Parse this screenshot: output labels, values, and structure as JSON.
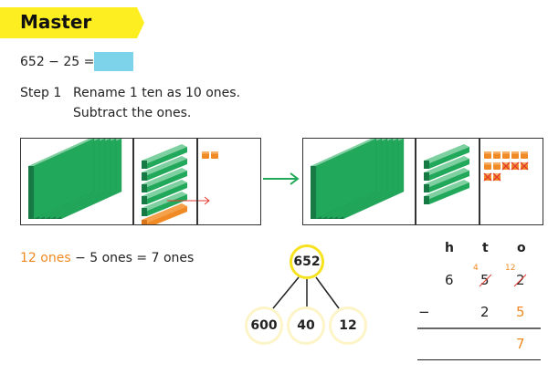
{
  "title": "Master",
  "equation": {
    "text": "652 − 25 ="
  },
  "step": {
    "label": "Step 1",
    "line1": "Rename 1 ten as 10 ones.",
    "line2": "Subtract the ones."
  },
  "before": {
    "hundreds": 6,
    "tens": 5,
    "tens_moved": 1,
    "ones": 2
  },
  "after": {
    "hundreds": 6,
    "tens": 4,
    "ones": 12,
    "ones_crossed": 5
  },
  "sentence": {
    "highlight": "12 ones",
    "rest": "− 5 ones = 7 ones"
  },
  "number_bond": {
    "whole": "652",
    "parts": [
      "600",
      "40",
      "12"
    ]
  },
  "column": {
    "headers": [
      "h",
      "t",
      "o"
    ],
    "row1": [
      "6",
      "5",
      "2"
    ],
    "regroup": [
      "4",
      "12"
    ],
    "minus": "−",
    "row2": [
      "2",
      "5"
    ],
    "result": "7"
  },
  "colors": {
    "accent": "#fdee21",
    "orange": "#f08a24",
    "green": "#22a85a",
    "answer": "#7dd3ea"
  }
}
